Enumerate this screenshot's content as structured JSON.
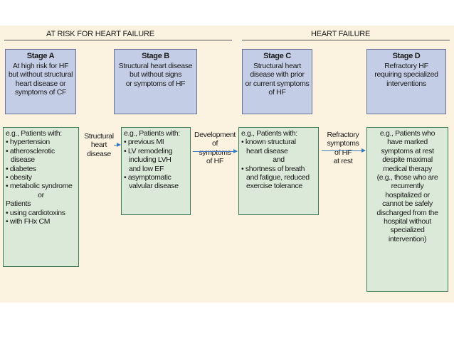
{
  "headers": {
    "left": "AT RISK FOR HEART FAILURE",
    "right": "HEART FAILURE"
  },
  "stages": [
    {
      "title": "Stage A",
      "lines": [
        "At high risk for HF",
        "but without structural",
        "heart disease or",
        "symptoms of CF"
      ]
    },
    {
      "title": "Stage B",
      "lines": [
        "Structural heart disease",
        "but without signs",
        "or symptoms of HF"
      ]
    },
    {
      "title": "Stage C",
      "lines": [
        "Structural heart",
        "disease with prior",
        "or current symptoms",
        "of HF"
      ]
    },
    {
      "title": "Stage D",
      "lines": [
        "Refractory HF",
        "requiring specialized",
        "interventions"
      ]
    }
  ],
  "examples": {
    "a": [
      "e.g., Patients with:",
      "• hypertension",
      "• atherosclerotic",
      "disease",
      "• diabetes",
      "• obesity",
      "• metabolic syndrome",
      "or",
      "Patients",
      "• using cardiotoxins",
      "• with FHx CM"
    ],
    "b": [
      "e.g., Patients with:",
      "• previous MI",
      "• LV remodeling",
      "including LVH",
      "and low EF",
      "• asymptomatic",
      "valvular disease"
    ],
    "c": [
      "e.g., Patients with:",
      "• known structural",
      "heart disease",
      "and",
      "• shortness of breath",
      "and fatigue, reduced",
      "exercise tolerance"
    ],
    "d": [
      "e.g., Patients who",
      "have marked",
      "symptoms at rest",
      "despite maximal",
      "medical therapy",
      "(e.g., those who are",
      "recurrently",
      "hospitalized or",
      "cannot be safely",
      "discharged from the",
      "hospital without",
      "specialized",
      "intervention)"
    ]
  },
  "connectors": {
    "ab": [
      "Structural",
      "heart",
      "disease"
    ],
    "bc": [
      "Development",
      "of",
      "symptoms",
      "of HF"
    ],
    "cd": [
      "Refractory",
      "symptoms",
      "of HF",
      "at rest"
    ]
  },
  "colors": {
    "background": "#fbf3e0",
    "stage_fill": "#c4cde6",
    "example_fill": "#dbe9d8",
    "example_border": "#3f7a55",
    "arrow": "#3a7bbf"
  }
}
